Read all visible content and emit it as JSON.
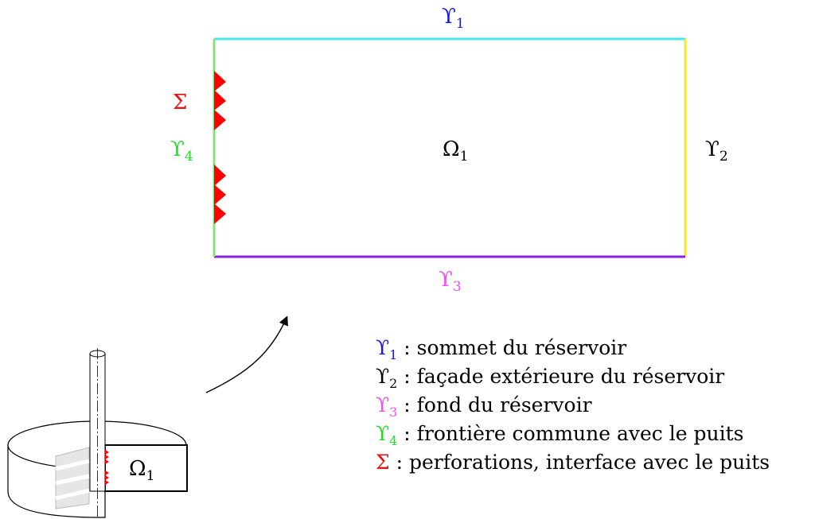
{
  "boundaries": {
    "top": {
      "symbol": "ϒ",
      "index": "1",
      "color": "#1a1adb"
    },
    "right": {
      "symbol": "ϒ",
      "index": "2",
      "color": "#000000"
    },
    "bottom": {
      "symbol": "ϒ",
      "index": "3",
      "color": "#f04ef0"
    },
    "left": {
      "symbol": "ϒ",
      "index": "4",
      "color": "#1fe01f"
    },
    "sigma": {
      "symbol": "Σ",
      "color": "#e31414"
    }
  },
  "domain": {
    "symbol": "Ω",
    "index": "1"
  },
  "inset_domain": {
    "symbol": "Ω",
    "index": "1"
  },
  "edge_colors": {
    "top": "#48e5ea",
    "right": "#f2ea2a",
    "bottom": "#8a1fe0",
    "left": "#8ae07a",
    "perforations": "#ff0000"
  },
  "legend": [
    {
      "symbol": "ϒ",
      "index": "1",
      "symbol_color": "#1a1adb",
      "text": " : sommet du réservoir"
    },
    {
      "symbol": "ϒ",
      "index": "2",
      "symbol_color": "#000000",
      "text": " : façade extérieure du réservoir"
    },
    {
      "symbol": "ϒ",
      "index": "3",
      "symbol_color": "#f04ef0",
      "text": " : fond du réservoir"
    },
    {
      "symbol": "ϒ",
      "index": "4",
      "symbol_color": "#1fe01f",
      "text": " : frontière commune avec le puits"
    },
    {
      "symbol": "Σ",
      "index": "",
      "symbol_color": "#e31414",
      "text": " : perforations, interface avec le puits"
    }
  ]
}
